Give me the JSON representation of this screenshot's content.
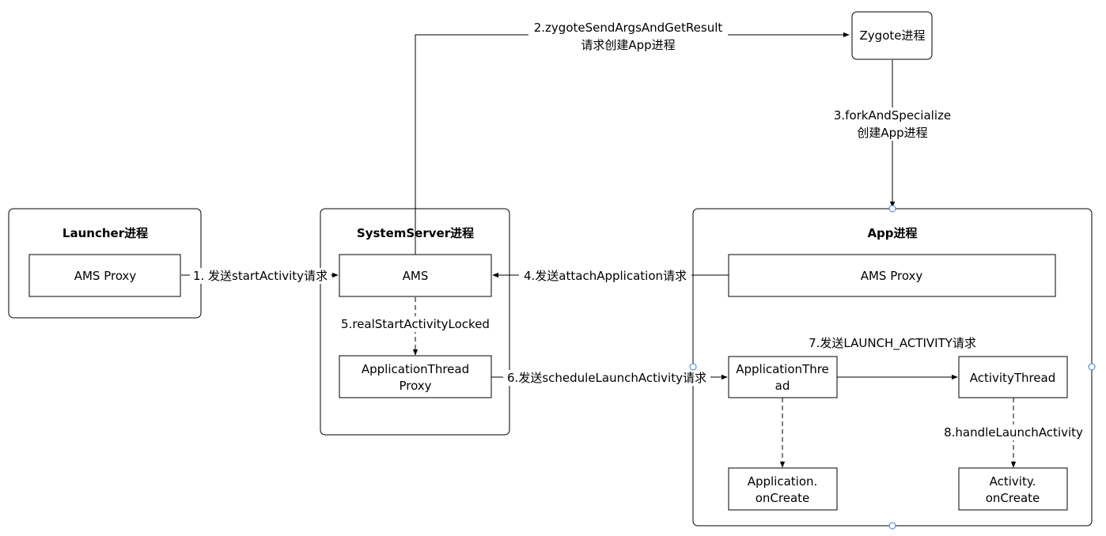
{
  "containers": {
    "launcher": {
      "title": "Launcher进程"
    },
    "systemserver": {
      "title": "SystemServer进程"
    },
    "app": {
      "title": "App进程"
    }
  },
  "nodes": {
    "launcher_ams_proxy": [
      "AMS Proxy"
    ],
    "ams": [
      "AMS"
    ],
    "app_thread_proxy": [
      "ApplicationThread",
      "Proxy"
    ],
    "zygote": [
      "Zygote进程"
    ],
    "app_ams_proxy": [
      "AMS Proxy"
    ],
    "application_thread": [
      "ApplicationThre",
      "ad"
    ],
    "activity_thread": [
      "ActivityThread"
    ],
    "application_oncreate": [
      "Application.",
      "onCreate"
    ],
    "activity_oncreate": [
      "Activity.",
      "onCreate"
    ]
  },
  "edges": {
    "e1": [
      "1. 发送startActivity请求"
    ],
    "e2": [
      "2.zygoteSendArgsAndGetResult",
      "请求创建App进程"
    ],
    "e3": [
      "3.forkAndSpecialize",
      "创建App进程"
    ],
    "e4": [
      "4.发送attachApplication请求"
    ],
    "e5": [
      "5.realStartActivityLocked"
    ],
    "e6": [
      "6.发送scheduleLaunchActivity请求"
    ],
    "e7": [
      "7.发送LAUNCH_ACTIVITY请求"
    ],
    "e8": [
      "8.handleLaunchActivity"
    ]
  }
}
